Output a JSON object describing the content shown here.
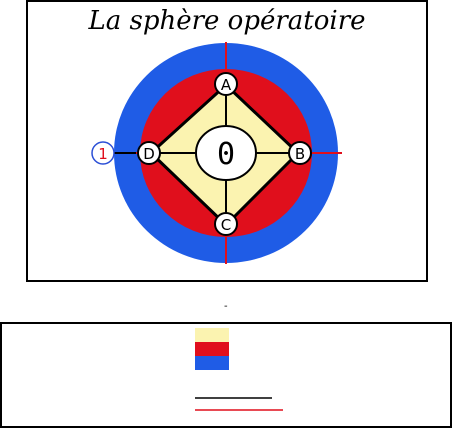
{
  "title": "La sphère opératoire",
  "labels": {
    "center": "0",
    "top": "A",
    "right": "B",
    "bottom": "C",
    "left": "D",
    "outside_left": "1"
  },
  "mark": "-",
  "colors": {
    "outer": "#1f5ce6",
    "middle": "#e00f1c",
    "inner": "#fbf3b0",
    "ink": "#000000",
    "node_fill": "#ffffff",
    "accent_red": "#e00f1c",
    "outside_ring": "#2b4fd6"
  },
  "icons": {
    "legend_yellow": "yellow-swatch-icon",
    "legend_red": "red-swatch-icon",
    "legend_blue": "blue-swatch-icon",
    "legend_black_line": "black-line-icon",
    "legend_red_line": "red-line-icon"
  }
}
